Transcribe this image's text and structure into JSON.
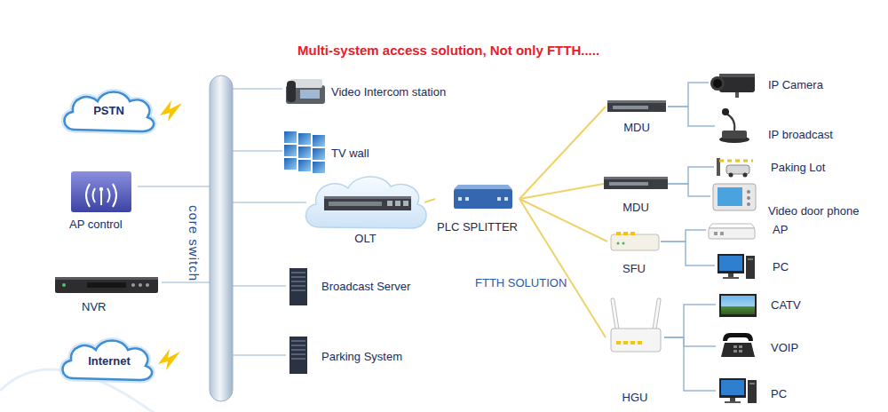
{
  "diagram": {
    "title": "Multi-system access solution, Not only FTTH.....",
    "nodes": [
      {
        "text": [
          "PSTN"
        ]
      },
      {
        "text": [
          "core switch"
        ]
      },
      {
        "text": [
          "Video Intercom station"
        ]
      },
      {
        "text": [
          "TV wall"
        ]
      },
      {
        "text": [
          "AP control"
        ]
      },
      {
        "text": [
          "OLT"
        ]
      },
      {
        "text": [
          "PLC SPLITTER"
        ]
      },
      {
        "text": [
          "Broadcast Server"
        ]
      },
      {
        "text": [
          "NVR"
        ]
      },
      {
        "text": [
          "Parking System"
        ]
      },
      {
        "text": [
          "Internet"
        ]
      },
      {
        "text": [
          "MDU"
        ]
      },
      {
        "text": [
          "MDU"
        ]
      },
      {
        "text": [
          "SFU"
        ]
      },
      {
        "text": [
          "HGU"
        ]
      },
      {
        "text": [
          "IP Camera"
        ]
      },
      {
        "text": [
          "IP broadcast"
        ]
      },
      {
        "text": [
          "Paking Lot"
        ]
      },
      {
        "text": [
          "Video door phone"
        ]
      },
      {
        "text": [
          "AP"
        ]
      },
      {
        "text": [
          "PC"
        ]
      },
      {
        "text": [
          "CATV"
        ]
      },
      {
        "text": [
          "VOIP"
        ]
      },
      {
        "text": [
          "PC"
        ]
      }
    ],
    "edges": [
      {
        "from": 1,
        "to": 2,
        "arrow": "none"
      },
      {
        "from": 1,
        "to": 3,
        "arrow": "none"
      },
      {
        "from": 1,
        "to": 5,
        "arrow": "none"
      },
      {
        "from": 1,
        "to": 7,
        "arrow": "none"
      },
      {
        "from": 1,
        "to": 9,
        "arrow": "none"
      },
      {
        "from": 4,
        "to": 1,
        "arrow": "none"
      },
      {
        "from": 8,
        "to": 1,
        "arrow": "none"
      },
      {
        "from": 5,
        "to": 6,
        "arrow": "none"
      },
      {
        "from": 6,
        "to": 11,
        "arrow": "none"
      },
      {
        "from": 6,
        "to": 12,
        "arrow": "none"
      },
      {
        "from": 6,
        "to": 13,
        "arrow": "none"
      },
      {
        "from": 6,
        "to": 14,
        "arrow": "none"
      },
      {
        "from": 11,
        "to": 15,
        "arrow": "none"
      },
      {
        "from": 11,
        "to": 16,
        "arrow": "none"
      },
      {
        "from": 12,
        "to": 17,
        "arrow": "none"
      },
      {
        "from": 12,
        "to": 18,
        "arrow": "none"
      },
      {
        "from": 13,
        "to": 19,
        "arrow": "none"
      },
      {
        "from": 13,
        "to": 20,
        "arrow": "none"
      },
      {
        "from": 14,
        "to": 21,
        "arrow": "none"
      },
      {
        "from": 14,
        "to": 22,
        "arrow": "none"
      },
      {
        "from": 14,
        "to": 23,
        "arrow": "none"
      }
    ],
    "labels": [
      "FTTH SOLUTION"
    ]
  }
}
